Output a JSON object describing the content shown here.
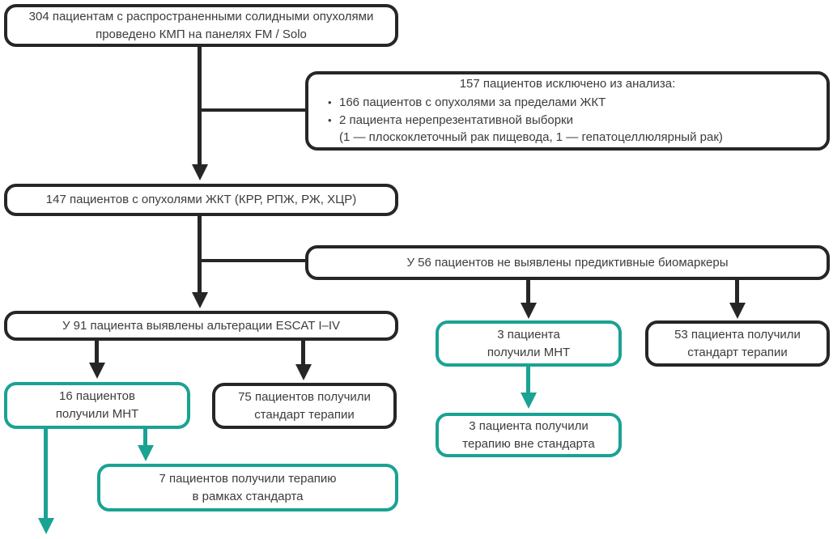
{
  "colors": {
    "node_border_dark": "#262626",
    "node_border_teal": "#1aa294",
    "text": "#3c3c3c",
    "background": "#ffffff"
  },
  "bullet_glyph": "•",
  "nodes": {
    "total": {
      "lines": [
        "304 пациентам с распространенными солидными опухолями",
        "проведено КМП на панелях FM / Solo"
      ]
    },
    "excluded": {
      "title": "157 пациентов исключено из анализа:",
      "bullets": [
        "166 пациентов с опухолями за пределами ЖКТ",
        "2 пациента нерепрезентативной выборки"
      ],
      "note": "(1 — плоскоклеточный рак пищевода, 1 — гепатоцеллюлярный рак)"
    },
    "gi_tumors": {
      "lines": [
        "147 пациентов с опухолями ЖКТ (КРР, РПЖ, РЖ, ХЦР)"
      ]
    },
    "no_biomarkers": {
      "lines": [
        "У 56 пациентов не выявлены предиктивные биомаркеры"
      ]
    },
    "escat_alterations": {
      "lines": [
        "У 91 пациента выявлены альтерации ESCAT I–IV"
      ]
    },
    "mnt_3": {
      "lines": [
        "3 пациента",
        "получили МНТ"
      ]
    },
    "standard_53": {
      "lines": [
        "53 пациента получили",
        "стандарт терапии"
      ]
    },
    "mnt_16": {
      "lines": [
        "16 пациентов",
        "получили МНТ"
      ]
    },
    "standard_75": {
      "lines": [
        "75 пациентов получили",
        "стандарт терапии"
      ]
    },
    "off_standard_3": {
      "lines": [
        "3 пациента получили",
        "терапию вне стандарта"
      ]
    },
    "standard_7": {
      "lines": [
        "7 пациентов получили терапию",
        "в рамках стандарта"
      ]
    }
  }
}
